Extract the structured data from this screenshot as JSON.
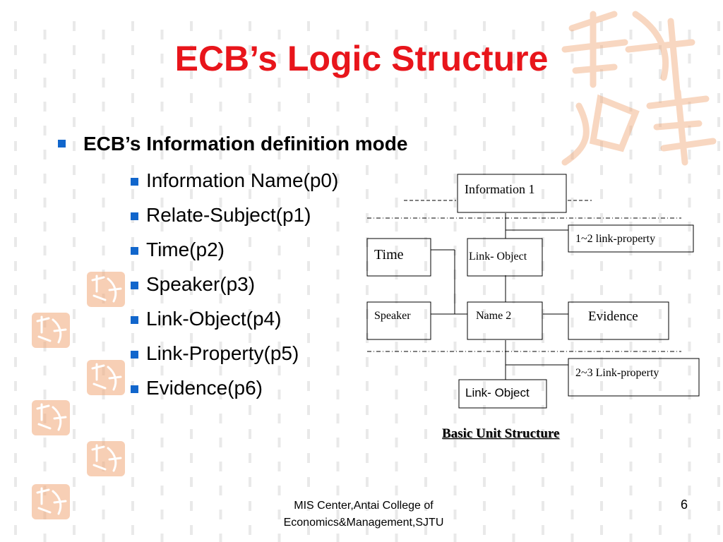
{
  "slide": {
    "title": "ECB’s Logic Structure",
    "level1_bullet": "ECB’s Information definition mode",
    "sub_bullets": [
      "Information Name(p0)",
      "Relate-Subject(p1)",
      "Time(p2)",
      "Speaker(p3)",
      "Link-Object(p4)",
      "Link-Property(p5)",
      "Evidence(p6)"
    ],
    "footer_line1": "MIS Center,Antai College of",
    "footer_line2": "Economics&Management,SJTU",
    "page_number": "6"
  },
  "diagram": {
    "boxes": {
      "information_1": "Information 1",
      "link_property_1_2": "1~2 link-property",
      "time": "Time",
      "link_object_top": "Link- Object",
      "speaker": "Speaker",
      "name_2": "Name 2",
      "evidence": "Evidence",
      "link_property_2_3": "2~3 Link-property",
      "link_object_bottom": "Link- Object"
    },
    "caption": "Basic Unit Structure"
  },
  "colors": {
    "title": "#e8151b",
    "bullet": "#1166cc",
    "background_pattern": "#e9e9e9",
    "seal": "#f0a878"
  },
  "icons": [
    "square-bullet-icon",
    "chinese-seal-icon"
  ]
}
